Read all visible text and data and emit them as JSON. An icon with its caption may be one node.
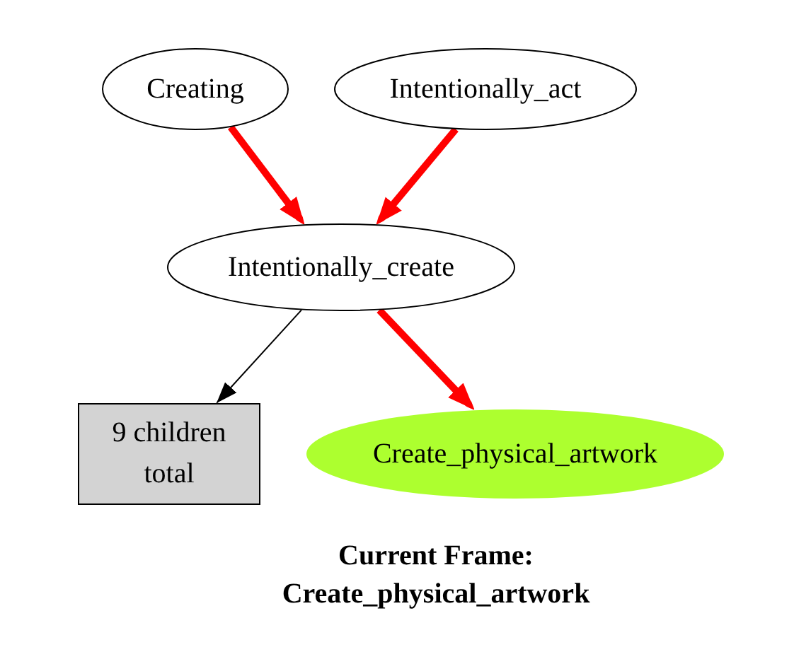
{
  "diagram": {
    "caption": "Current Frame: Create_physical_artwork",
    "nodes": [
      {
        "text": [
          "Creating"
        ]
      },
      {
        "text": [
          "Intentionally_act"
        ]
      },
      {
        "text": [
          "Intentionally_create"
        ]
      },
      {
        "text": [
          "9 children total"
        ]
      },
      {
        "text": [
          "Create_physical_artwork"
        ]
      }
    ],
    "edges": [
      {
        "from": 0,
        "to": 2,
        "arrow": "to",
        "color": "#ff0000"
      },
      {
        "from": 1,
        "to": 2,
        "arrow": "to",
        "color": "#ff0000"
      },
      {
        "from": 2,
        "to": 3,
        "arrow": "to",
        "color": "#000000"
      },
      {
        "from": 2,
        "to": 4,
        "arrow": "to",
        "color": "#ff0000"
      }
    ]
  }
}
